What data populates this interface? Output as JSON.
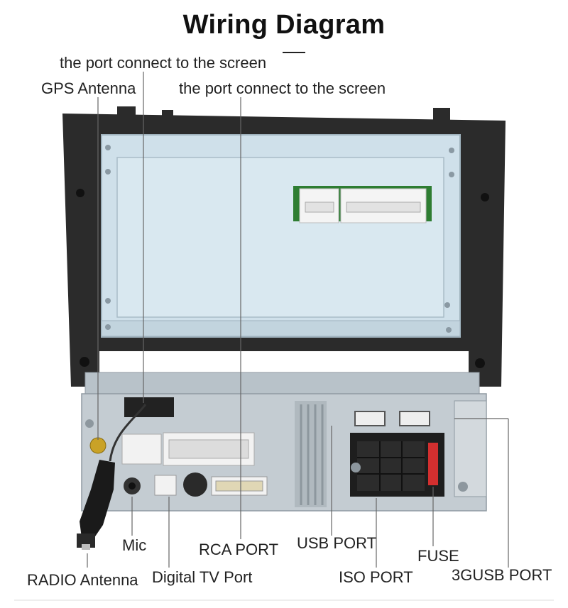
{
  "title": "Wiring Diagram",
  "labels": {
    "screen_port_1": "the port connect to the screen",
    "gps_antenna": "GPS Antenna",
    "screen_port_2": "the port connect to the screen",
    "mic": "Mic",
    "rca_port": "RCA PORT",
    "usb_port": "USB PORT",
    "fuse": "FUSE",
    "radio_antenna": "RADIO Antenna",
    "digital_tv_port": "Digital TV Port",
    "iso_port": "ISO PORT",
    "usb3g_port": "3GUSB PORT"
  },
  "colors": {
    "frame": "#2b2b2b",
    "screen_panel": "#cfe0ea",
    "chassis": "#c4ccd2",
    "connector_green": "#2e7d32",
    "fuse_red": "#d32f2f",
    "leader_line": "#666666"
  }
}
